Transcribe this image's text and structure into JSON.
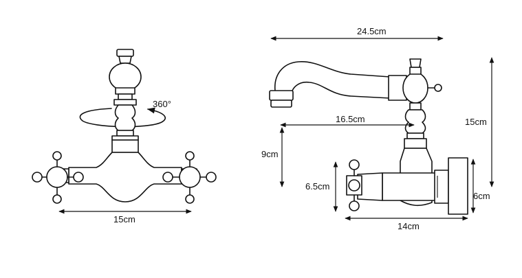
{
  "front_view": {
    "rotation_label": "360°",
    "width_label": "15cm"
  },
  "side_view": {
    "spout_reach_label": "24.5cm",
    "spout_to_body_label": "16.5cm",
    "total_height_label": "15cm",
    "body_height_label": "9cm",
    "inlet_height_label": "6.5cm",
    "flange_height_label": "6cm",
    "body_depth_label": "14cm"
  }
}
